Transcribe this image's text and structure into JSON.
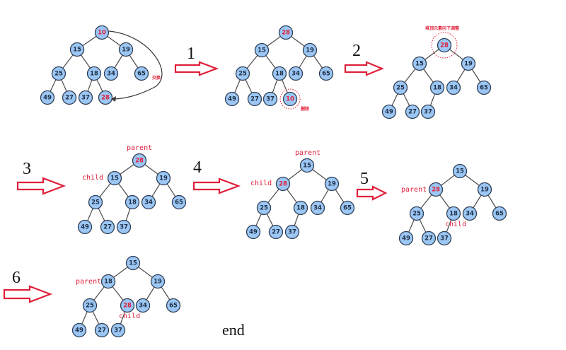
{
  "title": "Heap delete: swap root with last element, remove it, sift down",
  "steps": [
    {
      "label": "1"
    },
    {
      "label": "2"
    },
    {
      "label": "3"
    },
    {
      "label": "4"
    },
    {
      "label": "5"
    },
    {
      "label": "6"
    }
  ],
  "end_label": "end",
  "annotations": {
    "swap": "交换",
    "delete": "删除",
    "sift_down": "堆顶元素向下调整",
    "parent": "parent",
    "child": "child"
  },
  "colors": {
    "node_fill": "#9cc7f5",
    "node_stroke": "#2f3f55",
    "highlight": "#e0203a",
    "edge": "#4a4a4a"
  },
  "trees": [
    {
      "name": "tree-initial",
      "nodes": [
        "10",
        "15",
        "19",
        "25",
        "18",
        "34",
        "65",
        "49",
        "27",
        "37",
        "28"
      ],
      "highlight": [
        "10",
        "28"
      ]
    },
    {
      "name": "tree-after-swap",
      "nodes": [
        "28",
        "15",
        "19",
        "25",
        "18",
        "34",
        "65",
        "49",
        "27",
        "37",
        "10"
      ],
      "highlight": [
        "28",
        "10"
      ]
    },
    {
      "name": "tree-after-delete",
      "nodes": [
        "28",
        "15",
        "19",
        "25",
        "18",
        "34",
        "65",
        "49",
        "27",
        "37"
      ],
      "highlight": [
        "28"
      ]
    },
    {
      "name": "tree-step3",
      "nodes": [
        "28",
        "15",
        "19",
        "25",
        "18",
        "34",
        "65",
        "49",
        "27",
        "37"
      ],
      "highlight": [
        "28"
      ]
    },
    {
      "name": "tree-step4",
      "nodes": [
        "15",
        "28",
        "19",
        "25",
        "18",
        "34",
        "65",
        "49",
        "27",
        "37"
      ],
      "highlight": [
        "28"
      ]
    },
    {
      "name": "tree-step5",
      "nodes": [
        "15",
        "28",
        "19",
        "25",
        "18",
        "34",
        "65",
        "49",
        "27",
        "37"
      ],
      "highlight": [
        "28"
      ]
    },
    {
      "name": "tree-step6",
      "nodes": [
        "15",
        "18",
        "19",
        "25",
        "28",
        "34",
        "65",
        "49",
        "27",
        "37"
      ],
      "highlight": [
        "28"
      ]
    }
  ]
}
